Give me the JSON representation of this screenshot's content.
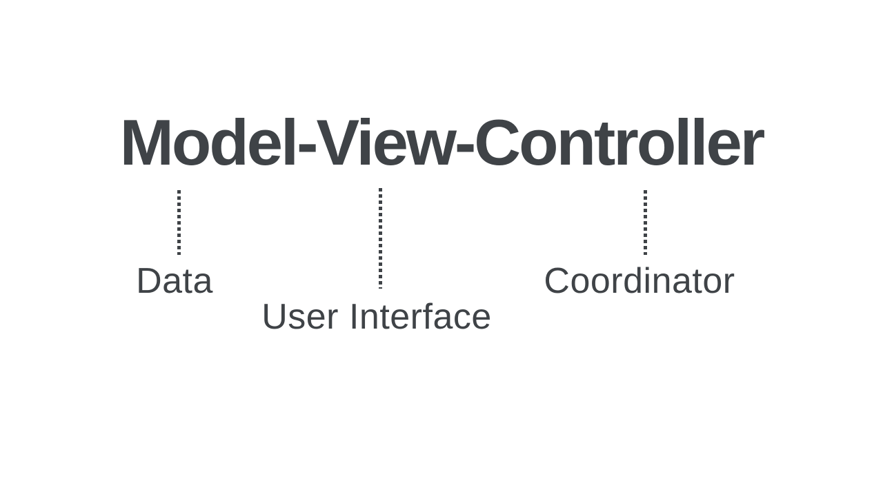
{
  "slide": {
    "title": "Model-View-Controller",
    "labels": [
      {
        "meaning": "Data"
      },
      {
        "meaning": "User Interface"
      },
      {
        "meaning": "Coordinator"
      }
    ],
    "colors": {
      "background": "#ffffff",
      "text": "#3f4347"
    }
  }
}
